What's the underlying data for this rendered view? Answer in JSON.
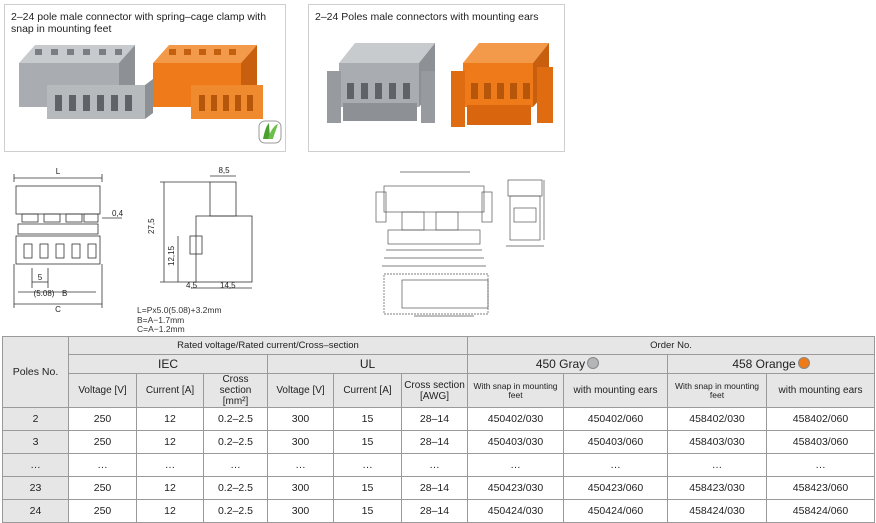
{
  "colors": {
    "gray": "#a9adb1",
    "orange": "#ee7a1a",
    "header_bg": "#e6e6e6"
  },
  "products": {
    "left_title": "2–24 pole male connector with spring–cage clamp with snap in mounting feet",
    "right_title": "2–24 Poles male connectors with mounting ears"
  },
  "drawing": {
    "dim_L": "L",
    "dim_B": "B",
    "dim_C": "C",
    "dim_0_4": "0,4",
    "dim_5": "5",
    "dim_508": "(5.08)",
    "dim_85": "8,5",
    "dim_275": "27,5",
    "dim_1215": "12,15",
    "dim_45": "4,5",
    "dim_145": "14,5",
    "formula_1": "L=Px5.0(5.08)+3.2mm",
    "formula_2": "B=A−1.7mm",
    "formula_3": "C=A−1.2mm"
  },
  "table": {
    "poles_header": "Poles No.",
    "rated_header": "Rated voltage/Rated current/Cross–section",
    "order_header": "Order No.",
    "iec": "IEC",
    "ul": "UL",
    "gray_series": "450 Gray",
    "orange_series": "458 Orange",
    "sub_headers": {
      "voltage_v": "Voltage [V]",
      "current_a": "Current [A]",
      "cross_mm": "Cross section [mm²]",
      "cross_awg": "Cross section [AWG]",
      "snap": "With snap in mounting feet",
      "ears": "with mounting ears"
    },
    "rows": [
      [
        "2",
        "250",
        "12",
        "0.2–2.5",
        "300",
        "15",
        "28–14",
        "450402/030",
        "450402/060",
        "458402/030",
        "458402/060"
      ],
      [
        "3",
        "250",
        "12",
        "0.2–2.5",
        "300",
        "15",
        "28–14",
        "450403/030",
        "450403/060",
        "458403/030",
        "458403/060"
      ],
      [
        "…",
        "…",
        "…",
        "…",
        "…",
        "…",
        "…",
        "…",
        "…",
        "…",
        "…"
      ],
      [
        "23",
        "250",
        "12",
        "0.2–2.5",
        "300",
        "15",
        "28–14",
        "450423/030",
        "450423/060",
        "458423/030",
        "458423/060"
      ],
      [
        "24",
        "250",
        "12",
        "0.2–2.5",
        "300",
        "15",
        "28–14",
        "450424/030",
        "450424/060",
        "458424/030",
        "458424/060"
      ]
    ]
  }
}
